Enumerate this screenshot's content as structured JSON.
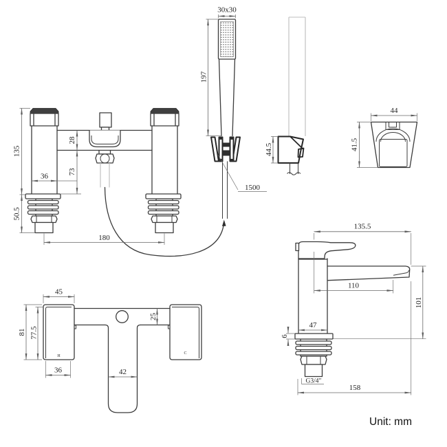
{
  "unit_label": "Unit: mm",
  "front_view": {
    "height": "135",
    "spout_body_depth": "28",
    "body_to_base": "73",
    "pillar_width": "36",
    "undermount_height": "50.5",
    "tap_centres": "180"
  },
  "handset": {
    "head_size": "30x30",
    "length": "197",
    "hose_length": "1500",
    "holder_side_depth": "44.5"
  },
  "wall_bracket": {
    "width": "44",
    "height": "41.5"
  },
  "side_view": {
    "projection": "135.5",
    "spout_reach": "110",
    "spout_height": "101",
    "body_depth": "47",
    "deck_plate_thickness": "6",
    "thread_label": "G3/4″",
    "overall_depth": "158"
  },
  "top_view": {
    "handle_width": "45",
    "overall_depth": "81",
    "handle_depth": "77.5",
    "body_bar_depth": "25",
    "handle_base_width": "36",
    "spout_width": "42",
    "hot_label": "H",
    "cold_label": "C"
  }
}
